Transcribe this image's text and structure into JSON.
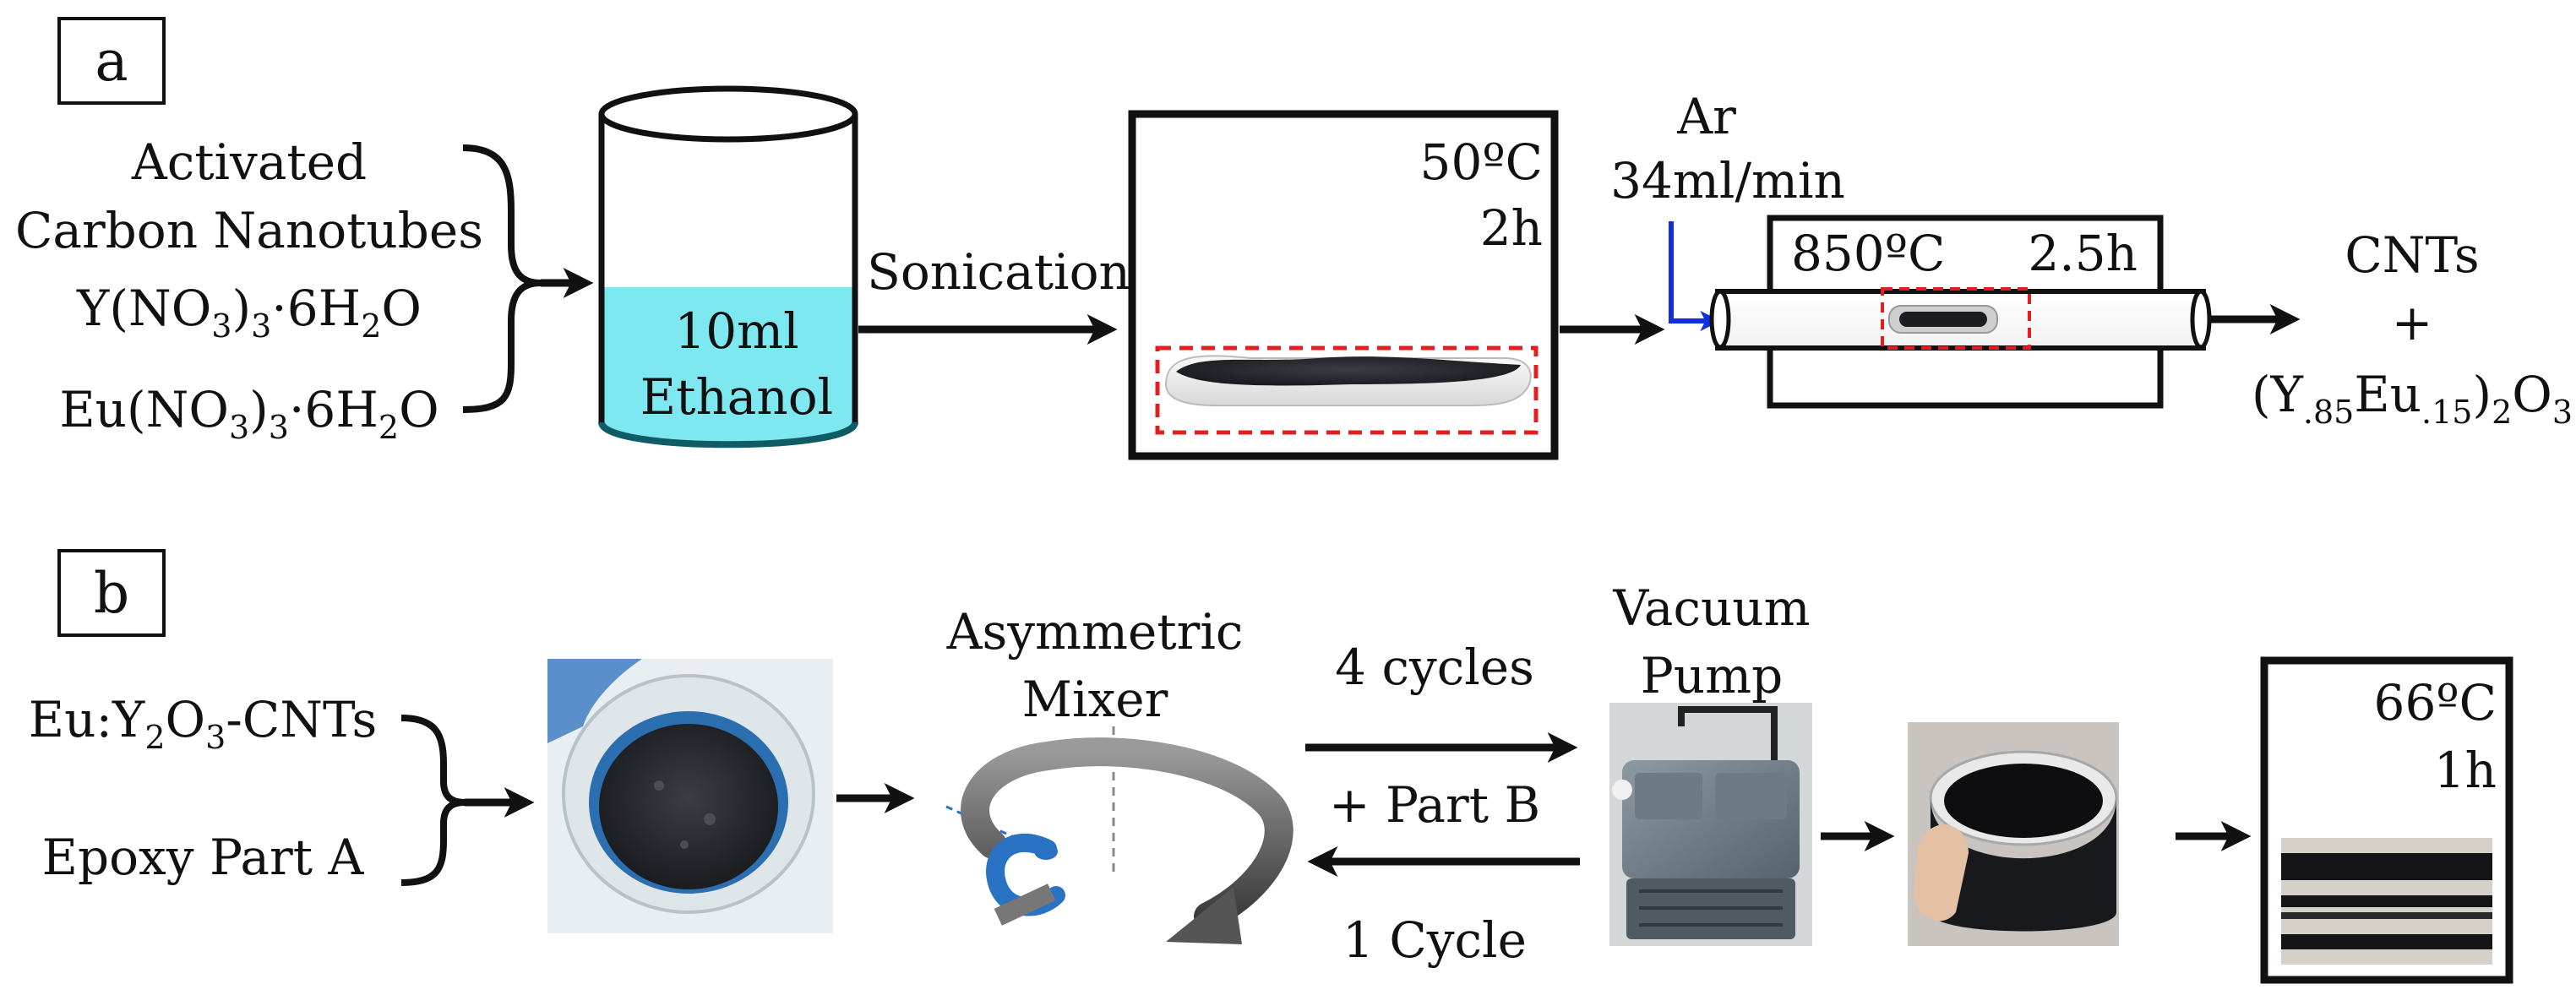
{
  "panel_a": {
    "label": "a",
    "reagents": {
      "activated": "Activated",
      "cnt": "Carbon Nanotubes",
      "y_nitrate": {
        "pre": "Y(NO",
        "s1": "3",
        "mid": ")",
        "s2": "3",
        "post": "·6H",
        "s3": "2",
        "end": "O"
      },
      "eu_nitrate": {
        "pre": "Eu(NO",
        "s1": "3",
        "mid": ")",
        "s2": "3",
        "post": "·6H",
        "s3": "2",
        "end": "O"
      }
    },
    "beaker": {
      "volume": "10ml",
      "solvent": "Ethanol",
      "liquid_color": "#7ee8f0"
    },
    "sonication": "Sonication",
    "drying": {
      "temp": "50ºC",
      "time": "2h"
    },
    "gas": {
      "name": "Ar",
      "flow": "34ml/min",
      "arrow_color": "#1030e0"
    },
    "furnace": {
      "temp": "850ºC",
      "time": "2.5h"
    },
    "product": {
      "line1": "CNTs",
      "plus": "+",
      "formula": {
        "pre": "(Y",
        "s1": ".85",
        "mid": "Eu",
        "s2": ".15",
        "post": ")",
        "s3": "2",
        "end": "O",
        "s4": "3"
      }
    },
    "highlight_color": "#e02020"
  },
  "panel_b": {
    "label": "b",
    "inputs": {
      "doped": {
        "pre": "Eu:Y",
        "s1": "2",
        "mid": "O",
        "s2": "3",
        "post": "-CNTs"
      },
      "epoxy": "Epoxy Part A"
    },
    "mixer": {
      "line1": "Asymmetric",
      "line2": "Mixer",
      "accent_color": "#2a72c4"
    },
    "forward_cycles": "4 cycles",
    "additive": "+ Part B",
    "return_cycles": "1 Cycle",
    "pump": {
      "line1": "Vacuum",
      "line2": "Pump"
    },
    "cure": {
      "temp": "66ºC",
      "time": "1h"
    }
  }
}
